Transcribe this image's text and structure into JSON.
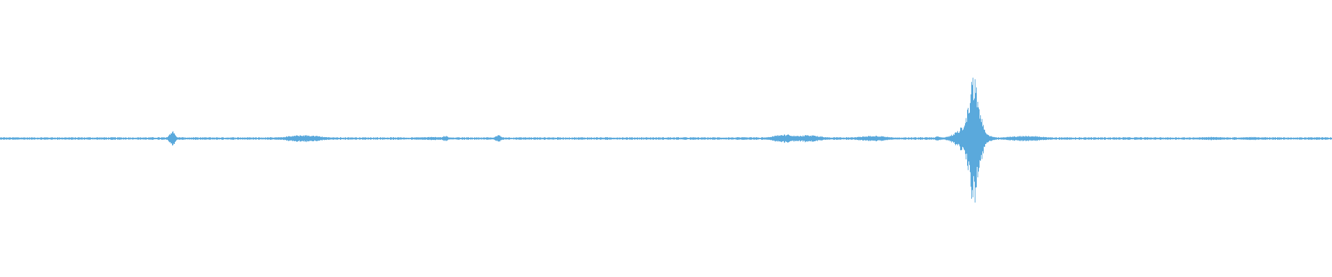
{
  "waveform": {
    "color": "#5aa9dc",
    "background": "#ffffff",
    "duration_fraction_bursts": [
      {
        "pos": 0.129,
        "amp": 0.12,
        "width": 0.002
      },
      {
        "pos": 0.228,
        "amp": 0.05,
        "width": 0.012
      },
      {
        "pos": 0.325,
        "amp": 0.02,
        "width": 0.008
      },
      {
        "pos": 0.334,
        "amp": 0.04,
        "width": 0.002
      },
      {
        "pos": 0.374,
        "amp": 0.05,
        "width": 0.002
      },
      {
        "pos": 0.589,
        "amp": 0.06,
        "width": 0.008
      },
      {
        "pos": 0.606,
        "amp": 0.05,
        "width": 0.01
      },
      {
        "pos": 0.655,
        "amp": 0.04,
        "width": 0.01
      },
      {
        "pos": 0.704,
        "amp": 0.03,
        "width": 0.002
      },
      {
        "pos": 0.728,
        "amp": 0.25,
        "width": 0.008
      },
      {
        "pos": 0.731,
        "amp": 1.0,
        "width": 0.004
      },
      {
        "pos": 0.77,
        "amp": 0.04,
        "width": 0.012
      },
      {
        "pos": 0.91,
        "amp": 0.02,
        "width": 0.008
      },
      {
        "pos": 0.94,
        "amp": 0.02,
        "width": 0.006
      }
    ],
    "noise_level": 0.012
  }
}
